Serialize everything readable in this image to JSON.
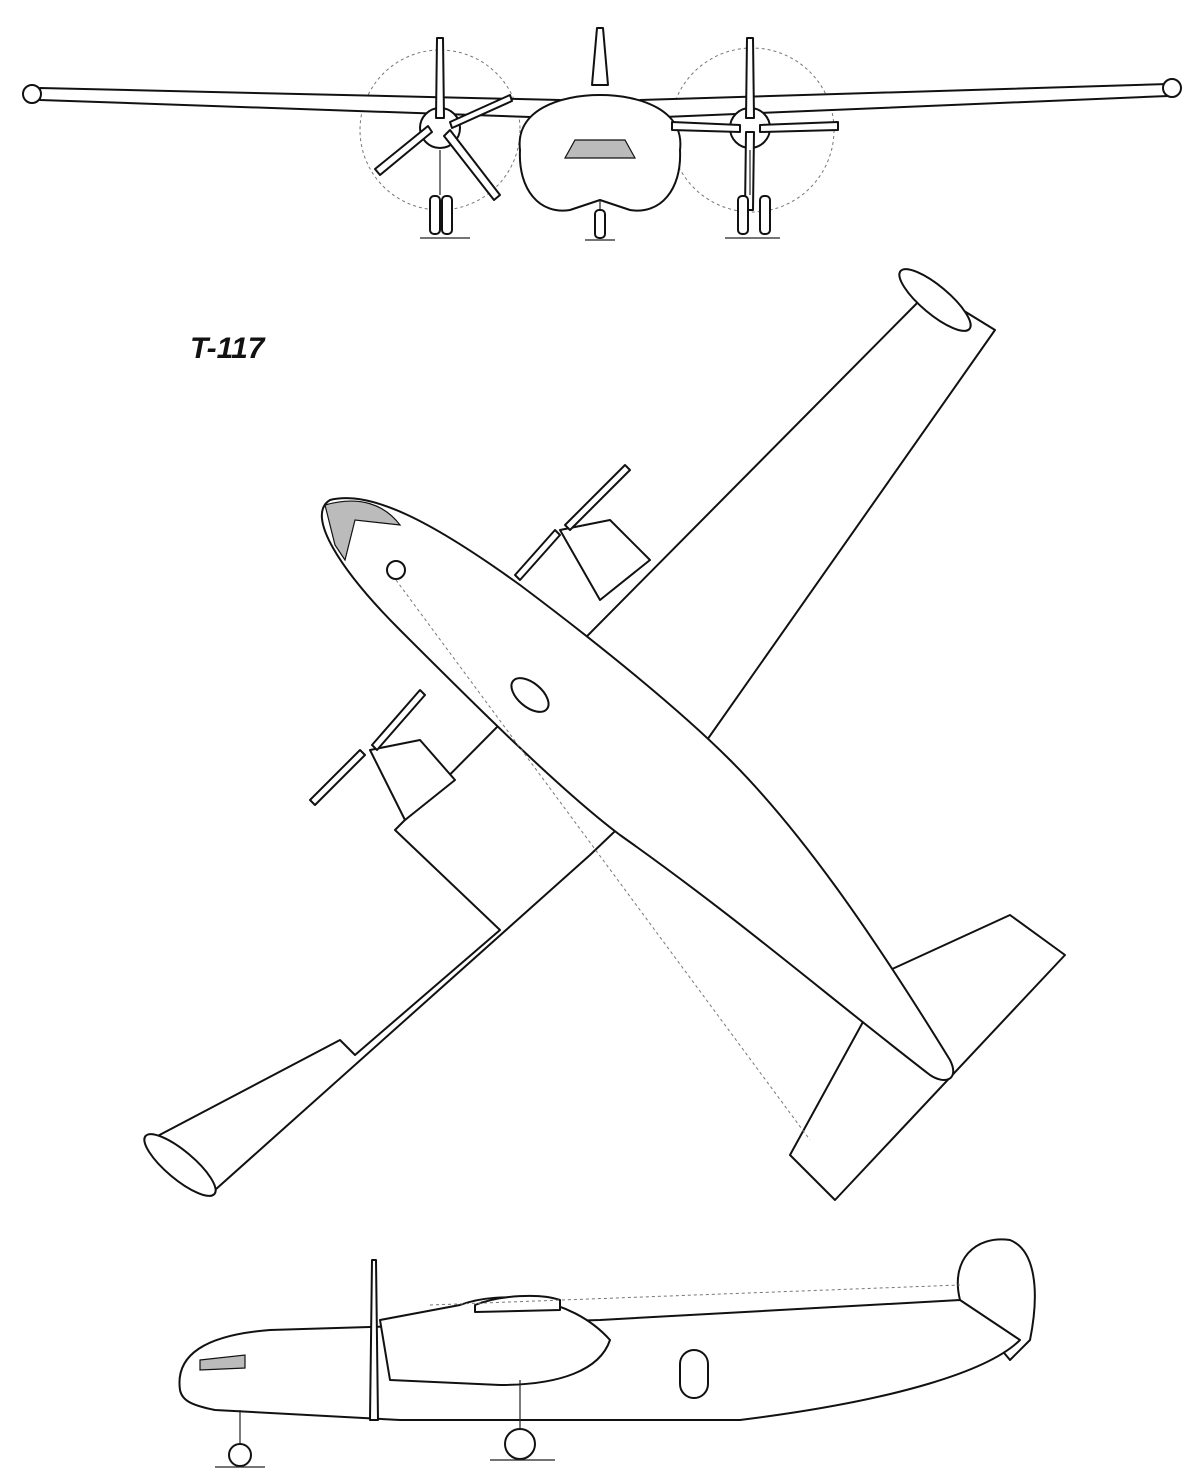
{
  "drawing": {
    "title": "T-117",
    "views": [
      "front",
      "top",
      "side"
    ]
  }
}
